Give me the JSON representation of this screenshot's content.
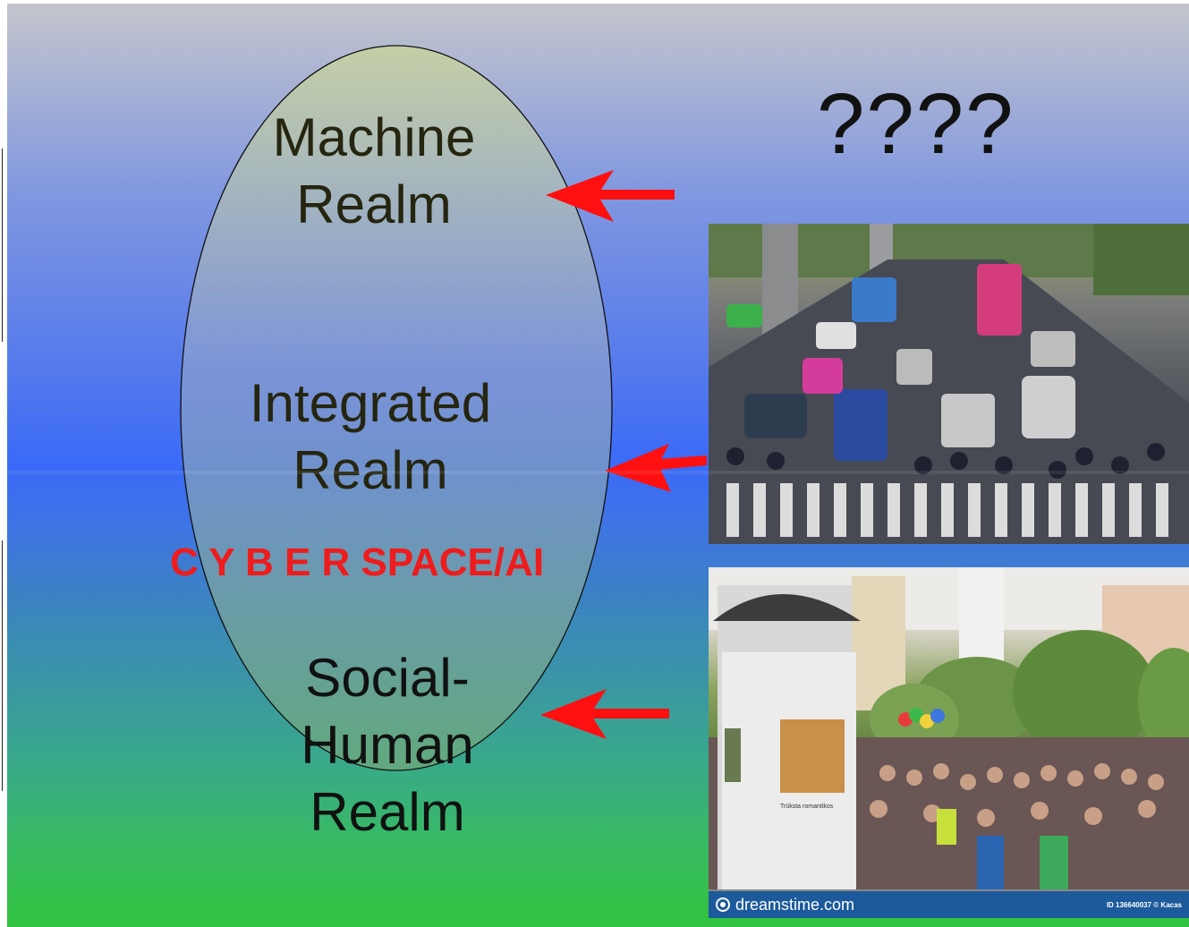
{
  "question_marks": "????",
  "realms": {
    "machine": [
      "Machine",
      "Realm"
    ],
    "integrated": [
      "Integrated",
      "Realm"
    ],
    "social": [
      "Social-",
      "Human",
      "Realm"
    ]
  },
  "cyber_label": "C Y B E R SPACE/AI",
  "photos": {
    "traffic": "traffic-jam-photo",
    "crowd": {
      "brand": "dreamstime.com",
      "id_text": "ID 136640037 © Kacas",
      "poster_text": "Trūksta romantikos"
    }
  },
  "colors": {
    "arrow": "#ff1010",
    "cyber_text": "#ee1c1c",
    "realm_text": "#252510",
    "watermark_bar": "#1c5a9c"
  }
}
